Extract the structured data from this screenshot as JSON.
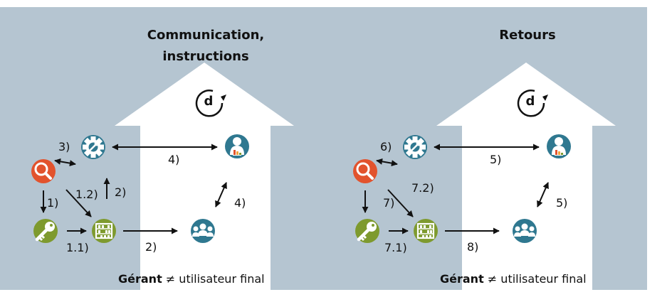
{
  "panels": [
    {
      "title_line1": "Communication,",
      "title_line2": "instructions",
      "cycle_label": "d",
      "labels": {
        "search_gear": "3)",
        "search_abacus": "1.2)",
        "search_key": "1)",
        "abacus_gear": "2)",
        "key_abacus": "1.1)",
        "gear_person": "4)",
        "group_person": "4)",
        "abacus_group": "2)"
      },
      "footer_bold": "Gérant",
      "footer_rest": " ≠ utilisateur final"
    },
    {
      "title_line1": "Retours",
      "title_line2": "",
      "cycle_label": "d",
      "labels": {
        "search_gear": "6)",
        "search_abacus": "7.2)",
        "search_key": "7)",
        "abacus_gear": "",
        "key_abacus": "7.1)",
        "gear_person": "5)",
        "group_person": "5)",
        "abacus_group": "8)"
      },
      "footer_bold": "Gérant",
      "footer_rest": " ≠ utilisateur final"
    }
  ],
  "colors": {
    "background": "#b5c5d1",
    "house": "#ffffff",
    "search": "#e2532d",
    "gear": "#2f7890",
    "person": "#2f7890",
    "group": "#2f7890",
    "key": "#7e9a2e",
    "abacus": "#7e9a2e"
  },
  "icons": [
    "search-icon",
    "gear-icon",
    "key-icon",
    "abacus-icon",
    "person-icon",
    "group-icon",
    "cycle-arrow-icon"
  ]
}
